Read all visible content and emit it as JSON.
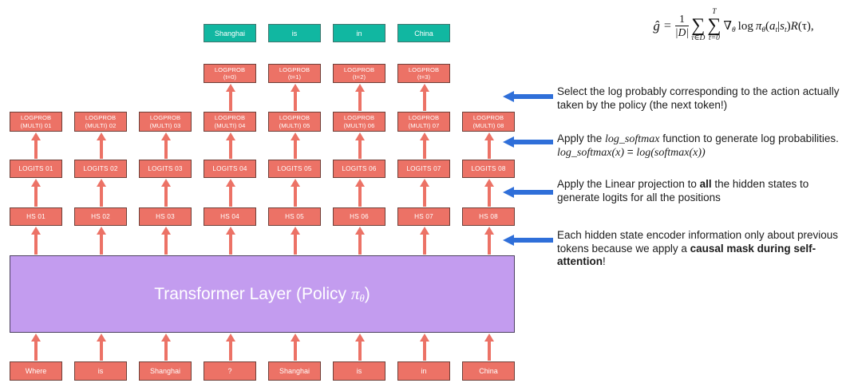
{
  "colors": {
    "salmon": "#EC7266",
    "salmon-border": "#6E4039",
    "teal": "#11B7A1",
    "teal-border": "#41756E",
    "purple": "#C39CEF",
    "purple-border": "#4C4160",
    "blue": "#2F6FD9",
    "text": "#1C1C1C"
  },
  "formula": {
    "ghat": "ĝ",
    "equals": "=",
    "frac_num": "1",
    "frac_den": "|D|",
    "sum_symbol": "∑",
    "sum1_sub": "τ∈D",
    "sum2_sup": "T",
    "sum2_sub": "t=0",
    "nabla": "∇",
    "theta": "θ",
    "log": "log",
    "pi": "π",
    "open_paren": "(",
    "a": "a",
    "t": "t",
    "given_bar": "|",
    "s": "s",
    "close_paren": ")",
    "R": "R",
    "reward_arg": "(τ),"
  },
  "diagram": {
    "top_tokens": [
      "Shanghai",
      "is",
      "in",
      "China"
    ],
    "logprob_t": [
      "LOGPROB\n(t=0)",
      "LOGPROB\n(t=1)",
      "LOGPROB\n(t=2)",
      "LOGPROB\n(t=3)"
    ],
    "logprob_multi": [
      "LOGPROB\n(MULTI) 01",
      "LOGPROB\n(MULTI) 02",
      "LOGPROB\n(MULTI) 03",
      "LOGPROB\n(MULTI) 04",
      "LOGPROB\n(MULTI) 05",
      "LOGPROB\n(MULTI) 06",
      "LOGPROB\n(MULTI) 07",
      "LOGPROB\n(MULTI) 08"
    ],
    "logits": [
      "LOGITS 01",
      "LOGITS 02",
      "LOGITS 03",
      "LOGITS 04",
      "LOGITS 05",
      "LOGITS 06",
      "LOGITS 07",
      "LOGITS 08"
    ],
    "hidden_states": [
      "HS 01",
      "HS 02",
      "HS 03",
      "HS 04",
      "HS 05",
      "HS 06",
      "HS 07",
      "HS 08"
    ],
    "transformer": {
      "prefix": "Transformer Layer (Policy ",
      "pi": "π",
      "theta": "θ",
      "suffix": ")"
    },
    "bottom_tokens": [
      "Where",
      "is",
      "Shanghai",
      "?",
      "Shanghai",
      "is",
      "in",
      "China"
    ]
  },
  "annotations": [
    {
      "segments": [
        {
          "text": "Select the log probably corresponding to the action actually taken by the policy (the next token!)",
          "style": "normal"
        }
      ]
    },
    {
      "segments": [
        {
          "text": "Apply the ",
          "style": "normal"
        },
        {
          "text": "log_softmax",
          "style": "math"
        },
        {
          "text": " function to generate log probabilities. ",
          "style": "normal"
        },
        {
          "text": "log_softmax(x)",
          "style": "math"
        },
        {
          "text": " = ",
          "style": "normal"
        },
        {
          "text": "log(softmax(x))",
          "style": "math"
        }
      ]
    },
    {
      "segments": [
        {
          "text": "Apply the Linear projection to ",
          "style": "normal"
        },
        {
          "text": "all",
          "style": "bold"
        },
        {
          "text": " the hidden states to generate logits for all the positions",
          "style": "normal"
        }
      ]
    },
    {
      "segments": [
        {
          "text": "Each hidden state encoder information only about previous tokens because we apply a ",
          "style": "normal"
        },
        {
          "text": "causal mask during self-attention",
          "style": "bold"
        },
        {
          "text": "!",
          "style": "normal"
        }
      ]
    }
  ]
}
